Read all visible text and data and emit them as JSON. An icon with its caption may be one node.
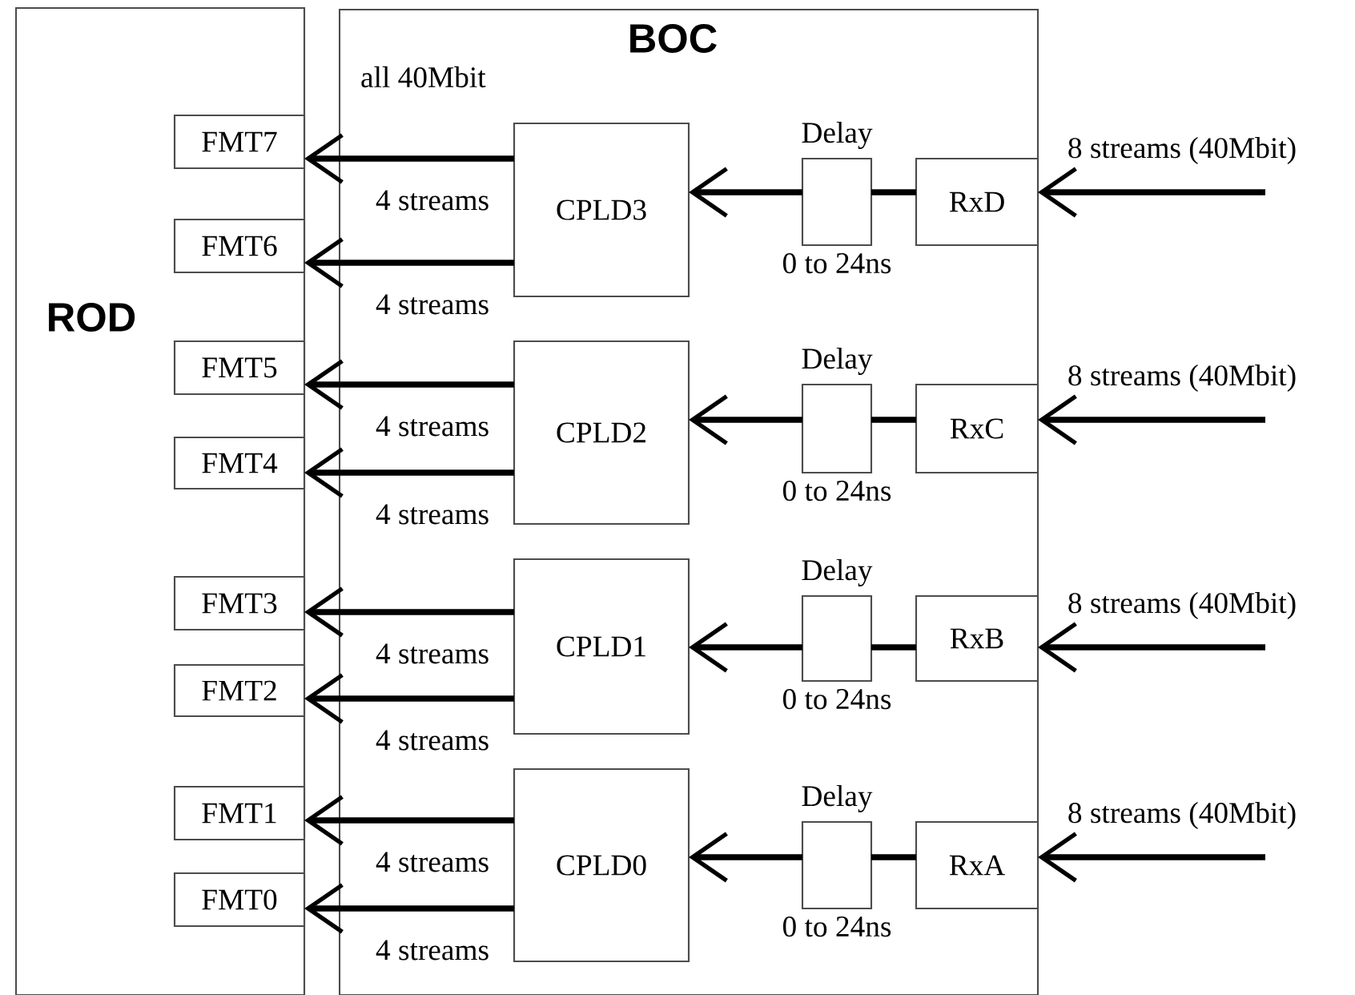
{
  "diagram": {
    "nodes": [
      {
        "text": [
          "ROD"
        ]
      },
      {
        "text": [
          "BOC"
        ]
      },
      {
        "text": [
          "FMT7"
        ],
        "in": 0
      },
      {
        "text": [
          "FMT6"
        ],
        "in": 0
      },
      {
        "text": [
          "FMT5"
        ],
        "in": 0
      },
      {
        "text": [
          "FMT4"
        ],
        "in": 0
      },
      {
        "text": [
          "FMT3"
        ],
        "in": 0
      },
      {
        "text": [
          "FMT2"
        ],
        "in": 0
      },
      {
        "text": [
          "FMT1"
        ],
        "in": 0
      },
      {
        "text": [
          "FMT0"
        ],
        "in": 0
      },
      {
        "text": [
          "CPLD3"
        ],
        "in": 1
      },
      {
        "text": [
          "Delay"
        ],
        "beside": [
          "0 to 24ns"
        ],
        "in": 1
      },
      {
        "text": [
          "RxD"
        ],
        "in": 1
      },
      {
        "text": [
          "CPLD2"
        ],
        "in": 1
      },
      {
        "text": [
          "Delay"
        ],
        "beside": [
          "0 to 24ns"
        ],
        "in": 1
      },
      {
        "text": [
          "RxC"
        ],
        "in": 1
      },
      {
        "text": [
          "CPLD1"
        ],
        "in": 1
      },
      {
        "text": [
          "Delay"
        ],
        "beside": [
          "0 to 24ns"
        ],
        "in": 1
      },
      {
        "text": [
          "RxB"
        ],
        "in": 1
      },
      {
        "text": [
          "CPLD0"
        ],
        "in": 1
      },
      {
        "text": [
          "Delay"
        ],
        "beside": [
          "0 to 24ns"
        ],
        "in": 1
      },
      {
        "text": [
          "RxA"
        ],
        "in": 1
      }
    ],
    "edges": [
      {
        "from": 10,
        "to": 2,
        "arrow": "to",
        "label": "4 streams"
      },
      {
        "from": 10,
        "to": 3,
        "arrow": "to",
        "label": "4 streams"
      },
      {
        "from": 12,
        "to": 11,
        "arrow": "none"
      },
      {
        "from": 11,
        "to": 10,
        "arrow": "to"
      },
      {
        "from": null,
        "to": 12,
        "arrow": "to",
        "label": "8 streams (40Mbit)"
      },
      {
        "from": 13,
        "to": 4,
        "arrow": "to",
        "label": "4 streams"
      },
      {
        "from": 13,
        "to": 5,
        "arrow": "to",
        "label": "4 streams"
      },
      {
        "from": 15,
        "to": 14,
        "arrow": "none"
      },
      {
        "from": 14,
        "to": 13,
        "arrow": "to"
      },
      {
        "from": null,
        "to": 15,
        "arrow": "to",
        "label": "8 streams (40Mbit)"
      },
      {
        "from": 16,
        "to": 6,
        "arrow": "to",
        "label": "4 streams"
      },
      {
        "from": 16,
        "to": 7,
        "arrow": "to",
        "label": "4 streams"
      },
      {
        "from": 18,
        "to": 17,
        "arrow": "none"
      },
      {
        "from": 17,
        "to": 16,
        "arrow": "to"
      },
      {
        "from": null,
        "to": 18,
        "arrow": "to",
        "label": "8 streams (40Mbit)"
      },
      {
        "from": 19,
        "to": 8,
        "arrow": "to",
        "label": "4 streams"
      },
      {
        "from": 19,
        "to": 9,
        "arrow": "to",
        "label": "4 streams"
      },
      {
        "from": 21,
        "to": 20,
        "arrow": "none"
      },
      {
        "from": 20,
        "to": 19,
        "arrow": "to"
      },
      {
        "from": null,
        "to": 21,
        "arrow": "to",
        "label": "8 streams (40Mbit)"
      }
    ],
    "labels": [
      "all 40Mbit"
    ]
  }
}
